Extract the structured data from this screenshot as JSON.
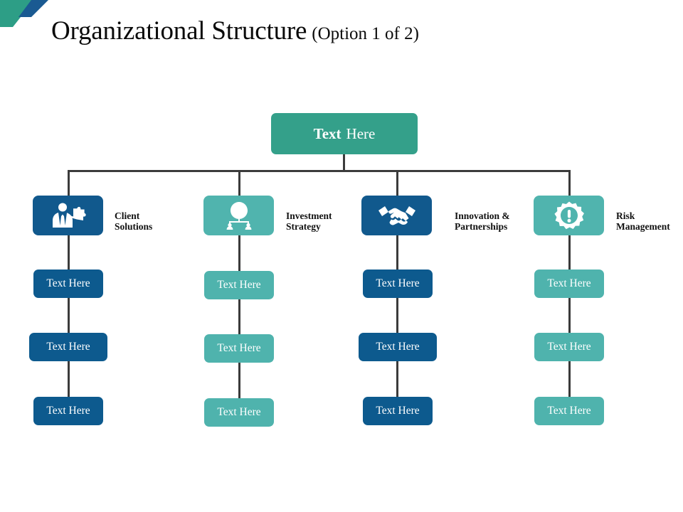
{
  "slide": {
    "title_main": "Organizational Structure",
    "title_sub": "(Option 1 of 2)",
    "background_color": "#ffffff"
  },
  "decoration": {
    "shape_1_name": "teal-parallelogram",
    "shape_1_color": "#2d9e86",
    "shape_2_name": "blue-parallelogram",
    "shape_2_color": "#1a5a92"
  },
  "colors": {
    "teal_root": "#34a08a",
    "blue": "#0d5a8e",
    "teal": "#4fb3ad",
    "connector": "#3b3b3b",
    "label_text": "#111111",
    "box_text": "#ffffff"
  },
  "root": {
    "label_bold": "Text",
    "label_regular": "Here"
  },
  "branches": [
    {
      "icon": "person-puzzle-icon",
      "icon_color": "#11598d",
      "label_line1": "Client",
      "label_line2": "Solutions",
      "leaf_color": "blue",
      "leaves": [
        "Text Here",
        "Text Here",
        "Text Here"
      ]
    },
    {
      "icon": "dollar-org-chart-icon",
      "icon_color": "#50b4ae",
      "label_line1": "Investment",
      "label_line2": "Strategy",
      "leaf_color": "teal",
      "leaves": [
        "Text Here",
        "Text Here",
        "Text Here"
      ]
    },
    {
      "icon": "handshake-icon",
      "icon_color": "#11598d",
      "label_line1": "Innovation &",
      "label_line2": "Partnerships",
      "leaf_color": "blue",
      "leaves": [
        "Text Here",
        "Text Here",
        "Text Here"
      ]
    },
    {
      "icon": "gear-alert-icon",
      "icon_color": "#50b4ae",
      "label_line1": "Risk",
      "label_line2": "Management",
      "leaf_color": "teal",
      "leaves": [
        "Text Here",
        "Text Here",
        "Text Here"
      ]
    }
  ]
}
